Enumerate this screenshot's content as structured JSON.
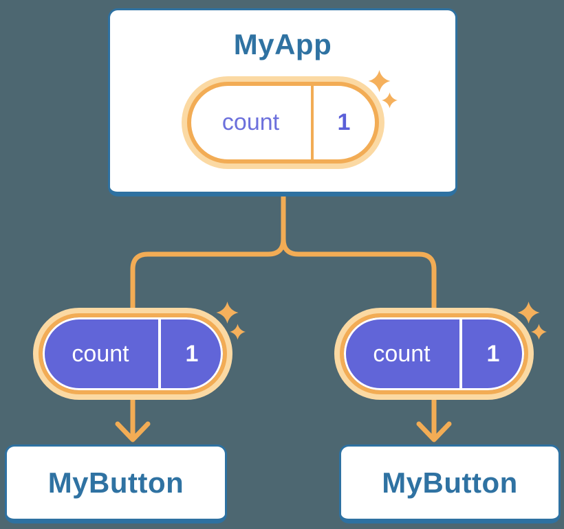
{
  "diagram": {
    "description": "React component tree sharing state: parent component with count state passing value down to two child buttons",
    "root": {
      "title": "MyApp",
      "state": {
        "label": "count",
        "value": "1"
      }
    },
    "children": [
      {
        "title": "MyButton",
        "state": {
          "label": "count",
          "value": "1"
        }
      },
      {
        "title": "MyButton",
        "state": {
          "label": "count",
          "value": "1"
        }
      }
    ]
  },
  "icons": {
    "sparkle": "sparkle-icon",
    "arrow": "arrow-down-icon"
  },
  "colors": {
    "background": "#4D6771",
    "card_fill": "#FFFFFF",
    "card_border": "#2E71A1",
    "title_text": "#2F72A2",
    "connector": "#F2AC55",
    "pill_ring": "#F2AC55",
    "pill_halo": "#FBD9A3",
    "root_pill_fill": "#FFFFFF",
    "root_state_label": "#6C70DC",
    "root_state_value": "#5A5FD8",
    "child_pill_fill": "#6165D8",
    "child_state_text": "#FFFFFF",
    "sparkle": "#F5B05C"
  }
}
